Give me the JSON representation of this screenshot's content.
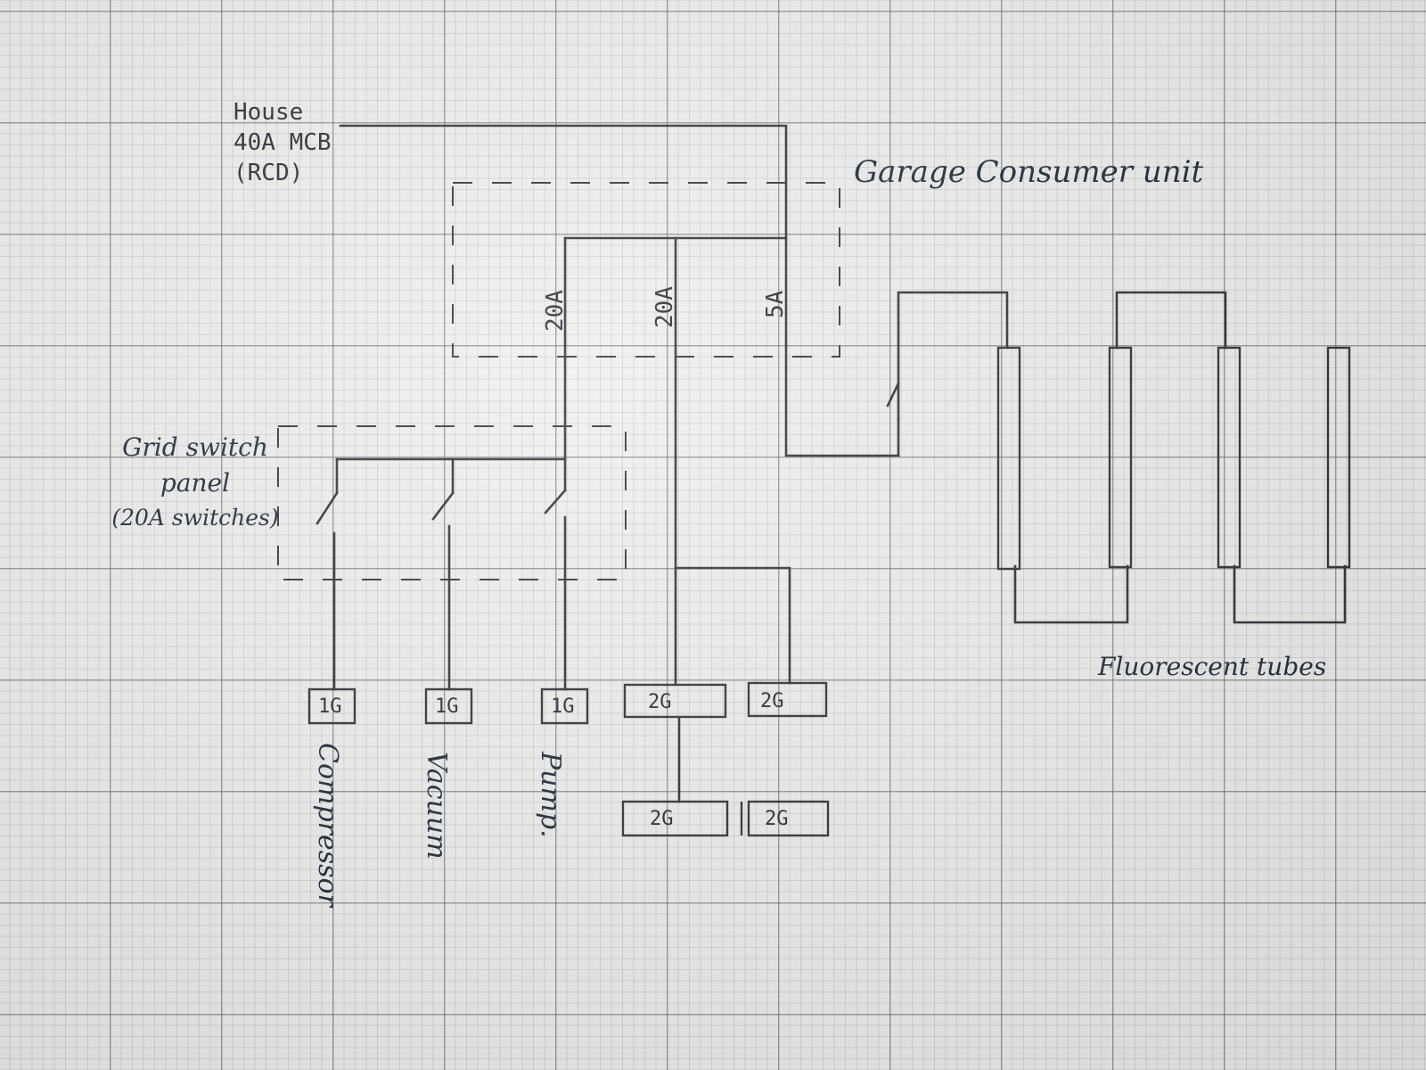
{
  "labels": {
    "house_line1": "House",
    "house_line2": "40A MCB",
    "house_line3": "(RCD)",
    "consumer_unit": "Garage Consumer unit",
    "grid_line1": "Grid switch",
    "grid_line2": "panel",
    "grid_line3": "(20A switches)",
    "fuse_a": "20A",
    "fuse_b": "20A",
    "fuse_c": "5A",
    "fluorescent": "Fluorescent tubes"
  },
  "sockets": {
    "compressor_socket": "1G",
    "vacuum_socket": "1G",
    "pump_socket": "1G",
    "double_upper_left": "2G",
    "double_upper_right": "2G",
    "double_lower_left": "2G",
    "double_lower_right": "2G"
  },
  "appliances": {
    "compressor": "Compressor",
    "vacuum": "Vacuum",
    "pump": "Pump."
  }
}
